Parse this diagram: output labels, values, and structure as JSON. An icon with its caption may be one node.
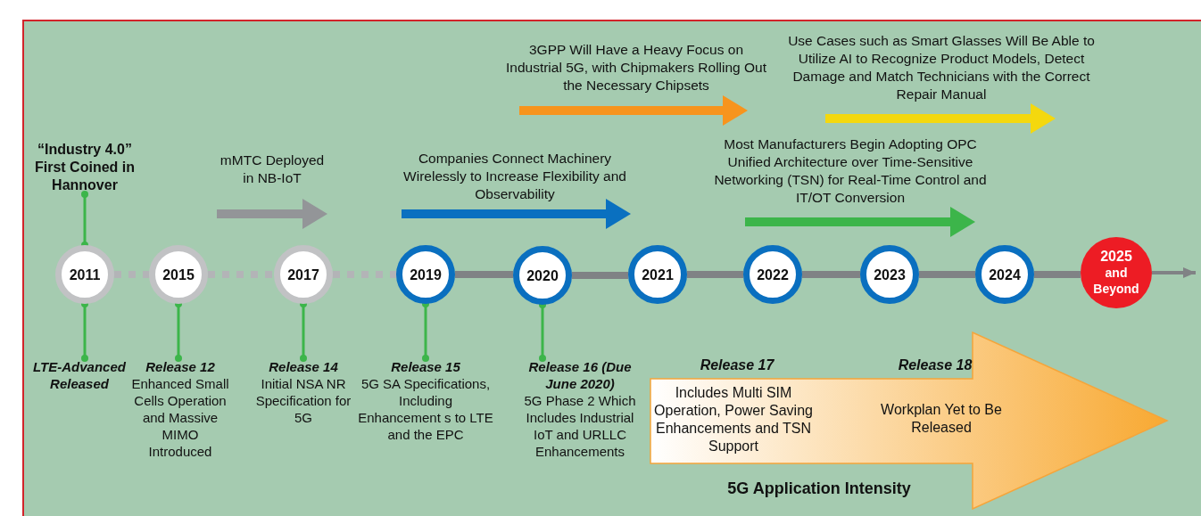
{
  "diagram": {
    "nodes": [
      {
        "text": [
          "“Industry 4.0” First Coined in Hannover"
        ]
      },
      {
        "text": [
          "2011"
        ]
      },
      {
        "text": [
          "2015"
        ]
      },
      {
        "text": [
          "2017"
        ]
      },
      {
        "text": [
          "2019"
        ]
      },
      {
        "text": [
          "2020"
        ]
      },
      {
        "text": [
          "2021"
        ]
      },
      {
        "text": [
          "2022"
        ]
      },
      {
        "text": [
          "2023"
        ]
      },
      {
        "text": [
          "2024"
        ]
      },
      {
        "text": [
          "2025",
          "and Beyond"
        ]
      },
      {
        "text": [
          "LTE-Advanced Released"
        ]
      },
      {
        "text": [
          "Release 12",
          "Enhanced Small Cells Operation and Massive MIMO Introduced"
        ]
      },
      {
        "text": [
          "Release 14",
          "Initial NSA NR Specification for 5G"
        ]
      },
      {
        "text": [
          "Release 15",
          "5G SA Specifications, Including Enhancement s to LTE and the EPC"
        ]
      },
      {
        "text": [
          "Release 16 (Due June 2020)",
          "5G Phase 2 Which Includes Industrial IoT and URLLC Enhancements"
        ]
      },
      {
        "text": [
          "Release 17",
          "Includes Multi SIM Operation, Power Saving Enhancements and TSN Support",
          "Release 18",
          "Workplan Yet to Be Released",
          "5G Application Intensity"
        ]
      }
    ],
    "edges": [
      {
        "from": 0,
        "to": 1,
        "arrow": "other",
        "color": "#3cb54a"
      },
      {
        "from": 1,
        "to": 2,
        "arrow": "none",
        "style": "dashed"
      },
      {
        "from": 2,
        "to": 3,
        "arrow": "none",
        "style": "dashed"
      },
      {
        "from": 3,
        "to": 4,
        "arrow": "none",
        "style": "dashed"
      },
      {
        "from": 4,
        "to": 5,
        "arrow": "none"
      },
      {
        "from": 5,
        "to": 6,
        "arrow": "none"
      },
      {
        "from": 6,
        "to": 7,
        "arrow": "none"
      },
      {
        "from": 7,
        "to": 8,
        "arrow": "none"
      },
      {
        "from": 8,
        "to": 9,
        "arrow": "none"
      },
      {
        "from": 9,
        "to": 10,
        "arrow": "none"
      },
      {
        "from": 10,
        "to": null,
        "arrow": "to"
      },
      {
        "from": 11,
        "to": 1,
        "arrow": "other",
        "color": "#3cb54a"
      },
      {
        "from": 12,
        "to": 2,
        "arrow": "other",
        "color": "#3cb54a"
      },
      {
        "from": 13,
        "to": 3,
        "arrow": "other",
        "color": "#3cb54a"
      },
      {
        "from": 14,
        "to": 4,
        "arrow": "other",
        "color": "#3cb54a"
      },
      {
        "from": 15,
        "to": 5,
        "arrow": "other",
        "color": "#3cb54a"
      }
    ],
    "labels": [
      "3GPP Will Have a Heavy Focus on Industrial 5G, with Chipmakers Rolling Out the Necessary Chipsets",
      "Use Cases such as Smart Glasses Will Be Able to Utilize AI to Recognize Product Models, Detect Damage and Match Technicians with the Correct Repair Manual",
      "mMTC Deployed in NB-IoT",
      "Companies Connect Machinery Wirelessly to Increase Flexibility and Observability",
      "Most Manufacturers Begin Adopting OPC Unified Architecture over Time-Sensitive Networking (TSN) for Real-Time Control and IT/OT Conversion"
    ]
  }
}
